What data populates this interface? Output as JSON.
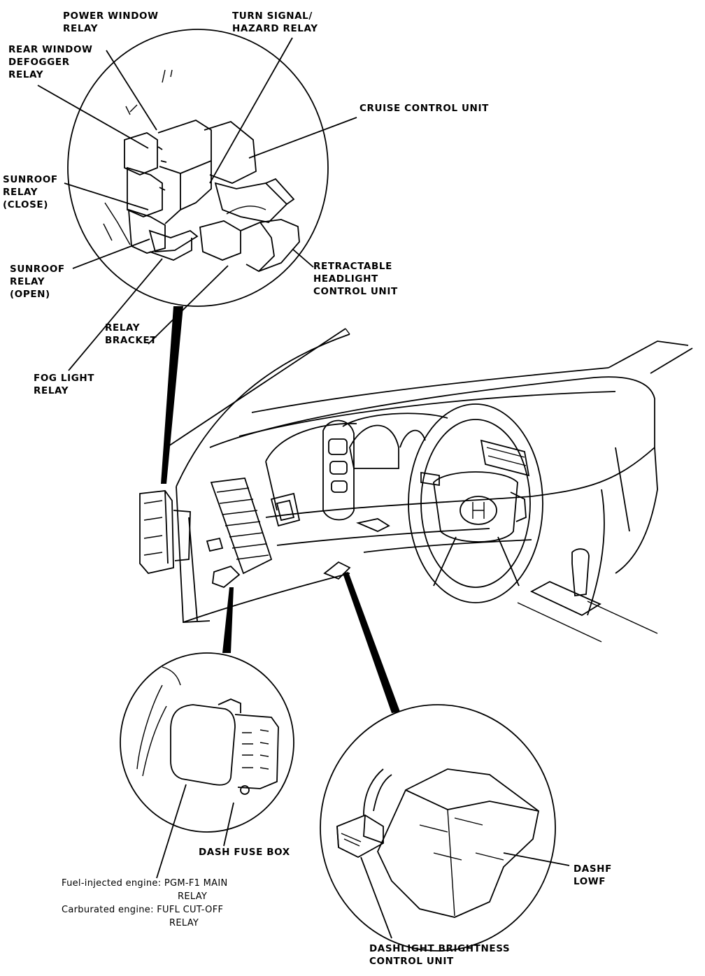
{
  "labels": {
    "power_window_relay": [
      "POWER WINDOW",
      "RELAY"
    ],
    "turn_signal_relay": [
      "TURN SIGNAL/",
      "HAZARD RELAY"
    ],
    "rear_window_defogger_relay": [
      "REAR WINDOW",
      "DEFOGGER",
      "RELAY"
    ],
    "cruise_control_unit": [
      "CRUISE CONTROL UNIT"
    ],
    "sunroof_relay_close": [
      "SUNROOF",
      "RELAY",
      "(CLOSE)"
    ],
    "sunroof_relay_open": [
      "SUNROOF",
      "RELAY",
      "(OPEN)"
    ],
    "retractable_headlight_control_unit": [
      "RETRACTABLE",
      "HEADLIGHT",
      "CONTROL UNIT"
    ],
    "relay_bracket": [
      "RELAY",
      "BRACKET"
    ],
    "fog_light_relay": [
      "FOG LIGHT",
      "RELAY"
    ],
    "dash_fuse_box": [
      "DASH FUSE BOX"
    ],
    "engine_relay": [
      "Fuel-injected engine: PGM-F1 MAIN",
      "RELAY",
      "Carburated engine: FUFL CUT-OFF",
      "RELAY"
    ],
    "dash_lower": [
      "DASHF",
      "LOWF"
    ],
    "dashlight_brightness_control_unit": [
      "DASHLIGHT BRIGHTNESS",
      "CONTROL UNIT"
    ]
  }
}
